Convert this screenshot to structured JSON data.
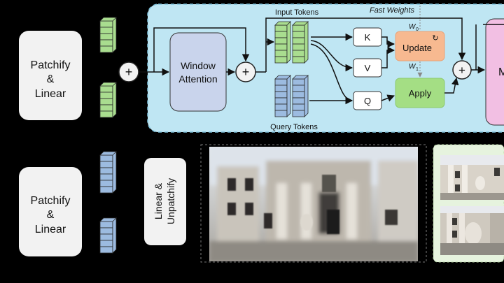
{
  "colors": {
    "background": "#000000",
    "panel_fill": "#bfe6f3",
    "panel_stroke": "#7fc3de",
    "input_token": "#a9dd8f",
    "query_token": "#9cbbe0",
    "attention_block": "#c9d4ec",
    "update_block": "#f7b990",
    "apply_block": "#a4de84",
    "mlp_block": "#f2bfe3",
    "neutral_block": "#f2f2f2"
  },
  "blocks": {
    "patchify_top_line1": "Patchify",
    "patchify_top_line2": "&",
    "patchify_top_line3": "Linear",
    "patchify_bottom_line1": "Patchify",
    "patchify_bottom_line2": "&",
    "patchify_bottom_line3": "Linear",
    "window_attention_line1": "Window",
    "window_attention_line2": "Attention",
    "k": "K",
    "v": "V",
    "q": "Q",
    "update": "Update",
    "apply": "Apply",
    "linear_unpatchify_line1": "Linear &",
    "linear_unpatchify_line2": "Unpatchify",
    "mlp_partial": "M"
  },
  "labels": {
    "input_tokens": "Input Tokens",
    "query_tokens": "Query Tokens",
    "fast_weights": "Fast Weights",
    "w0": "W",
    "w0_sub": "0",
    "w1": "W",
    "w1_sub": "1"
  },
  "symbols": {
    "plus": "+",
    "refresh": "↻"
  },
  "images": {
    "main_render": "blurred render of a neoclassical stone building entrance with columns",
    "thumb_top": "building facade with columns and a statue",
    "thumb_bottom": "building facade viewed from below"
  }
}
